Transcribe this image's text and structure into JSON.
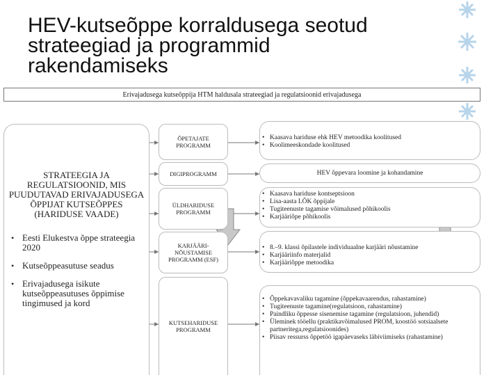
{
  "title_lines": [
    "HEV-kutseõppe korraldusega seotud",
    "strateegiad ja programmid",
    "rakendamiseks"
  ],
  "header_bar": "Erivajadusega kutseõppija HTM haldusala strateegiad ja regulatsioonid erivajadusega",
  "left_box": {
    "title": "STRATEEGIA JA REGULATSIOONID, MIS PUUDUTAVAD ERIVAJADUSEGA ÕPPIJAT KUTSEÕPPES (HARIDUSE VAADE)",
    "items": [
      "Eesti Elukestva õppe strateegia 2020",
      "Kutseõppeasutuse seadus",
      "Erivajadusega isikute kutseõppeasutuses õppimise tingimused ja kord"
    ]
  },
  "programs": [
    "ÕPETAJATE PROGRAMM",
    "DIGIPROGRAMM",
    "ÜLDHARIDUSE PROGRAMM",
    "KARJÄÄRI-NÕUSTAMISE PROGRAMM (ESF)",
    "KUTSEHARIDUSE PROGRAMM"
  ],
  "details": {
    "teachers": [
      "Kaasava hariduse ehk HEV metoodika koolitused",
      "Koolimeeskondade koolitused"
    ],
    "digi": "HEV õppevara loomine ja kohandamine",
    "general": [
      "Kaasava hariduse kontseptsioon",
      "Lisa-aasta LÕK õppijale",
      "Tugiteenuste tagamise võimalused põhikoolis",
      "Karjääriõpe põhikoolis"
    ],
    "career": [
      "8.–9. klassi õpilastele individuaalne karjääri nõustamine",
      "Karjääriinfo materjalid",
      "Karjääriõppe metoodika"
    ],
    "vocational": [
      "Õppekavavaliku tagamine (õppekavaarendus, rahastamine)",
      "Tugiteenuste tagamine(regulatsioon, rahastamine)",
      "Paindliku õppesse sisenemise tagamine (regulatsioon, juhendid)",
      "Üleminek tööellu (praktikavõimalused PROM, koostöö sotsiaalsete partneritega,regulatsioonides)",
      "Piisav ressurss õppetöö igapäevaseks läbiviimiseks (rahastamine)"
    ]
  },
  "colors": {
    "line": "#777777",
    "arrow_fill": "#c8c8c8",
    "snowflake": "#b6d4ea"
  }
}
